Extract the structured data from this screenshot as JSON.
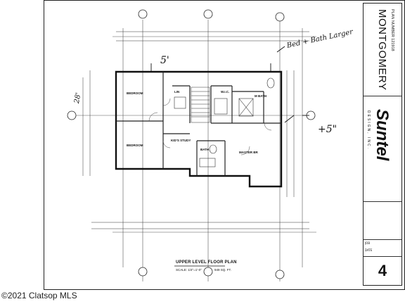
{
  "plan": {
    "title": "UPPER LEVEL FLOOR PLAN",
    "scale": "SCALE: 1/4\"=1'-0\"",
    "area": "949 SQ. FT."
  },
  "rooms": {
    "bedroom_1": "BEDROOM",
    "bedroom_2": "BEDROOM",
    "kids_study": "KID'S STUDY",
    "bath": "BATH",
    "master_br": "MASTER BR",
    "m_bath": "M BATH",
    "wic": "W.I.C.",
    "lin": "LIN"
  },
  "annotations": {
    "top_dim": "5'",
    "right_dim": "+5\"",
    "left_dim": "28'",
    "note": "Bed + Bath Larger"
  },
  "title_block": {
    "plan_name": "MONTGOMERY",
    "plan_number": "PLAN NUMBER 121918",
    "company": "Suntel",
    "company_sub": "DESIGN, INC.",
    "sheet_number": "4",
    "label_job": "JOB",
    "label_date": "DATE"
  },
  "watermark": "©2021 Clatsop MLS"
}
